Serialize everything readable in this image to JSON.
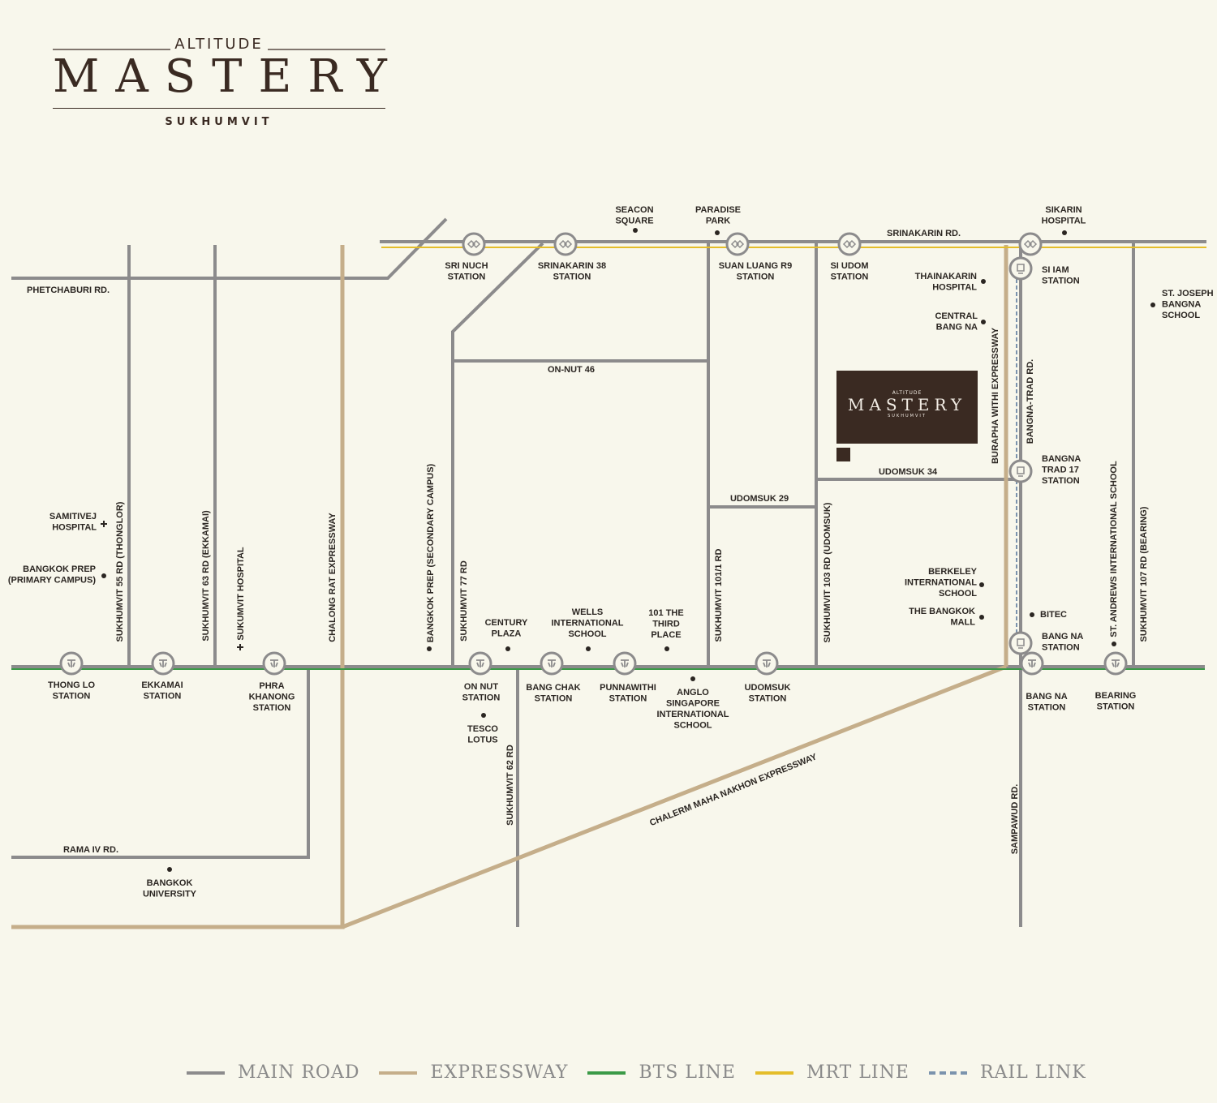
{
  "brand": {
    "top": "ALTITUDE",
    "main": "MASTERY",
    "sub": "SUKHUMVIT"
  },
  "project_box": {
    "top": "ALTITUDE",
    "main": "MASTERY",
    "sub": "SUKHUMVIT"
  },
  "colors": {
    "main_road": "#8c8b8c",
    "expressway": "#c5ae8a",
    "bts": "#3b9a47",
    "mrt": "#e4bd2a",
    "rail_link": "#7b93ad",
    "brand": "#3a2a22",
    "background": "#f8f7ec"
  },
  "legend": [
    {
      "label": "MAIN ROAD",
      "color": "#8c8b8c",
      "style": "solid"
    },
    {
      "label": "EXPRESSWAY",
      "color": "#c5ae8a",
      "style": "solid"
    },
    {
      "label": "BTS LINE",
      "color": "#3b9a47",
      "style": "solid"
    },
    {
      "label": "MRT LINE",
      "color": "#e4bd2a",
      "style": "solid"
    },
    {
      "label": "RAIL LINK",
      "color": "#7b93ad",
      "style": "dashed"
    }
  ],
  "roads": {
    "phetchaburi": "PHETCHABURI  RD.",
    "srinakarin": "SRINAKARIN RD.",
    "on_nut_46": "ON-NUT 46",
    "udomsuk_29": "UDOMSUK 29",
    "udomsuk_34": "UDOMSUK 34",
    "rama_iv": "RAMA IV RD.",
    "soi55": "SUKHUMVIT 55 RD (THONGLOR)",
    "soi63": "SUKHUMVIT 63 RD (EKKAMAI)",
    "chalong_rat": "CHALONG RAT EXPRESSWAY",
    "soi77": "SUKHUMVIT 77 RD",
    "soi62": "SUKHUMVIT 62 RD",
    "soi101_1": "SUKHUMVIT 101/1 RD",
    "soi103": "SUKHUMVIT 103 RD (UDOMSUK)",
    "burapha": "BURAPHA WITHI EXPRESSWAY",
    "bangna_trad": "BANGNA-TRAD RD.",
    "soi107": "SUKHUMVIT 107 RD (BEARING)",
    "sampawud": "SAMPAWUD RD.",
    "chalerm": "CHALERM MAHA NAKHON EXPRESSWAY"
  },
  "bts_stations": [
    {
      "id": "thonglo",
      "lines": [
        "THONG LO",
        "STATION"
      ]
    },
    {
      "id": "ekkamai",
      "lines": [
        "EKKAMAI",
        "STATION"
      ]
    },
    {
      "id": "phrakhanong",
      "lines": [
        "PHRA",
        "KHANONG",
        "STATION"
      ]
    },
    {
      "id": "onnut",
      "lines": [
        "ON NUT",
        "STATION"
      ]
    },
    {
      "id": "bangchak",
      "lines": [
        "BANG CHAK",
        "STATION"
      ]
    },
    {
      "id": "punnawithi",
      "lines": [
        "PUNNAWITHI",
        "STATION"
      ]
    },
    {
      "id": "udomsuk",
      "lines": [
        "UDOMSUK",
        "STATION"
      ]
    },
    {
      "id": "bangna",
      "lines": [
        "BANG NA",
        "STATION"
      ]
    },
    {
      "id": "bearing",
      "lines": [
        "BEARING",
        "STATION"
      ]
    }
  ],
  "mrt_stations": [
    {
      "id": "srinuch",
      "lines": [
        "SRI NUCH",
        "STATION"
      ]
    },
    {
      "id": "srinakarin38",
      "lines": [
        "SRINAKARIN 38",
        "STATION"
      ]
    },
    {
      "id": "suanluang",
      "lines": [
        "SUAN LUANG R9",
        "STATION"
      ]
    },
    {
      "id": "siudom",
      "lines": [
        "SI UDOM",
        "STATION"
      ]
    },
    {
      "id": "srinakarin_junction",
      "lines": []
    }
  ],
  "rail_stations": [
    {
      "id": "siiam",
      "lines": [
        "SI IAM",
        "STATION"
      ]
    },
    {
      "id": "bangnatrad17",
      "lines": [
        "BANGNA",
        "TRAD 17",
        "STATION"
      ]
    },
    {
      "id": "bangna_rail",
      "lines": [
        "BANG NA",
        "STATION"
      ]
    }
  ],
  "landmarks": [
    {
      "id": "seacon",
      "lines": [
        "SEACON",
        "SQUARE"
      ]
    },
    {
      "id": "paradise",
      "lines": [
        "PARADISE",
        "PARK"
      ]
    },
    {
      "id": "sikarin",
      "lines": [
        "SIKARIN",
        "HOSPITAL"
      ]
    },
    {
      "id": "thainakarin",
      "lines": [
        "THAINAKARIN",
        "HOSPITAL"
      ]
    },
    {
      "id": "central",
      "lines": [
        "CENTRAL",
        "BANG NA"
      ]
    },
    {
      "id": "stjoseph",
      "lines": [
        "ST. JOSEPH",
        "BANGNA",
        "SCHOOL"
      ]
    },
    {
      "id": "samitivej",
      "lines": [
        "SAMITIVEJ",
        "HOSPITAL"
      ]
    },
    {
      "id": "bkkprep_primary",
      "lines": [
        "BANGKOK PREP",
        "(PRIMARY CAMPUS)"
      ]
    },
    {
      "id": "sukumvit_hospital",
      "lines": [
        "SUKUMVIT HOSPITAL"
      ]
    },
    {
      "id": "bkkprep_secondary",
      "lines": [
        "BANGKOK PREP (SECONDARY CAMPUS)"
      ]
    },
    {
      "id": "century",
      "lines": [
        "CENTURY",
        "PLAZA"
      ]
    },
    {
      "id": "wells",
      "lines": [
        "WELLS",
        "INTERNATIONAL",
        "SCHOOL"
      ]
    },
    {
      "id": "thirdplace",
      "lines": [
        "101 THE",
        "THIRD",
        "PLACE"
      ]
    },
    {
      "id": "anglo",
      "lines": [
        "ANGLO",
        "SINGAPORE",
        "INTERNATIONAL",
        "SCHOOL"
      ]
    },
    {
      "id": "tesco",
      "lines": [
        "TESCO",
        "LOTUS"
      ]
    },
    {
      "id": "berkeley",
      "lines": [
        "BERKELEY",
        "INTERNATIONAL",
        "SCHOOL"
      ]
    },
    {
      "id": "bangkokmall",
      "lines": [
        "THE BANGKOK",
        "MALL"
      ]
    },
    {
      "id": "bitec",
      "lines": [
        "BITEC"
      ]
    },
    {
      "id": "standrews",
      "lines": [
        "ST. ANDREWS INTERNATIONAL SCHOOL"
      ]
    },
    {
      "id": "bkk_university",
      "lines": [
        "BANGKOK",
        "UNIVERSITY"
      ]
    }
  ]
}
